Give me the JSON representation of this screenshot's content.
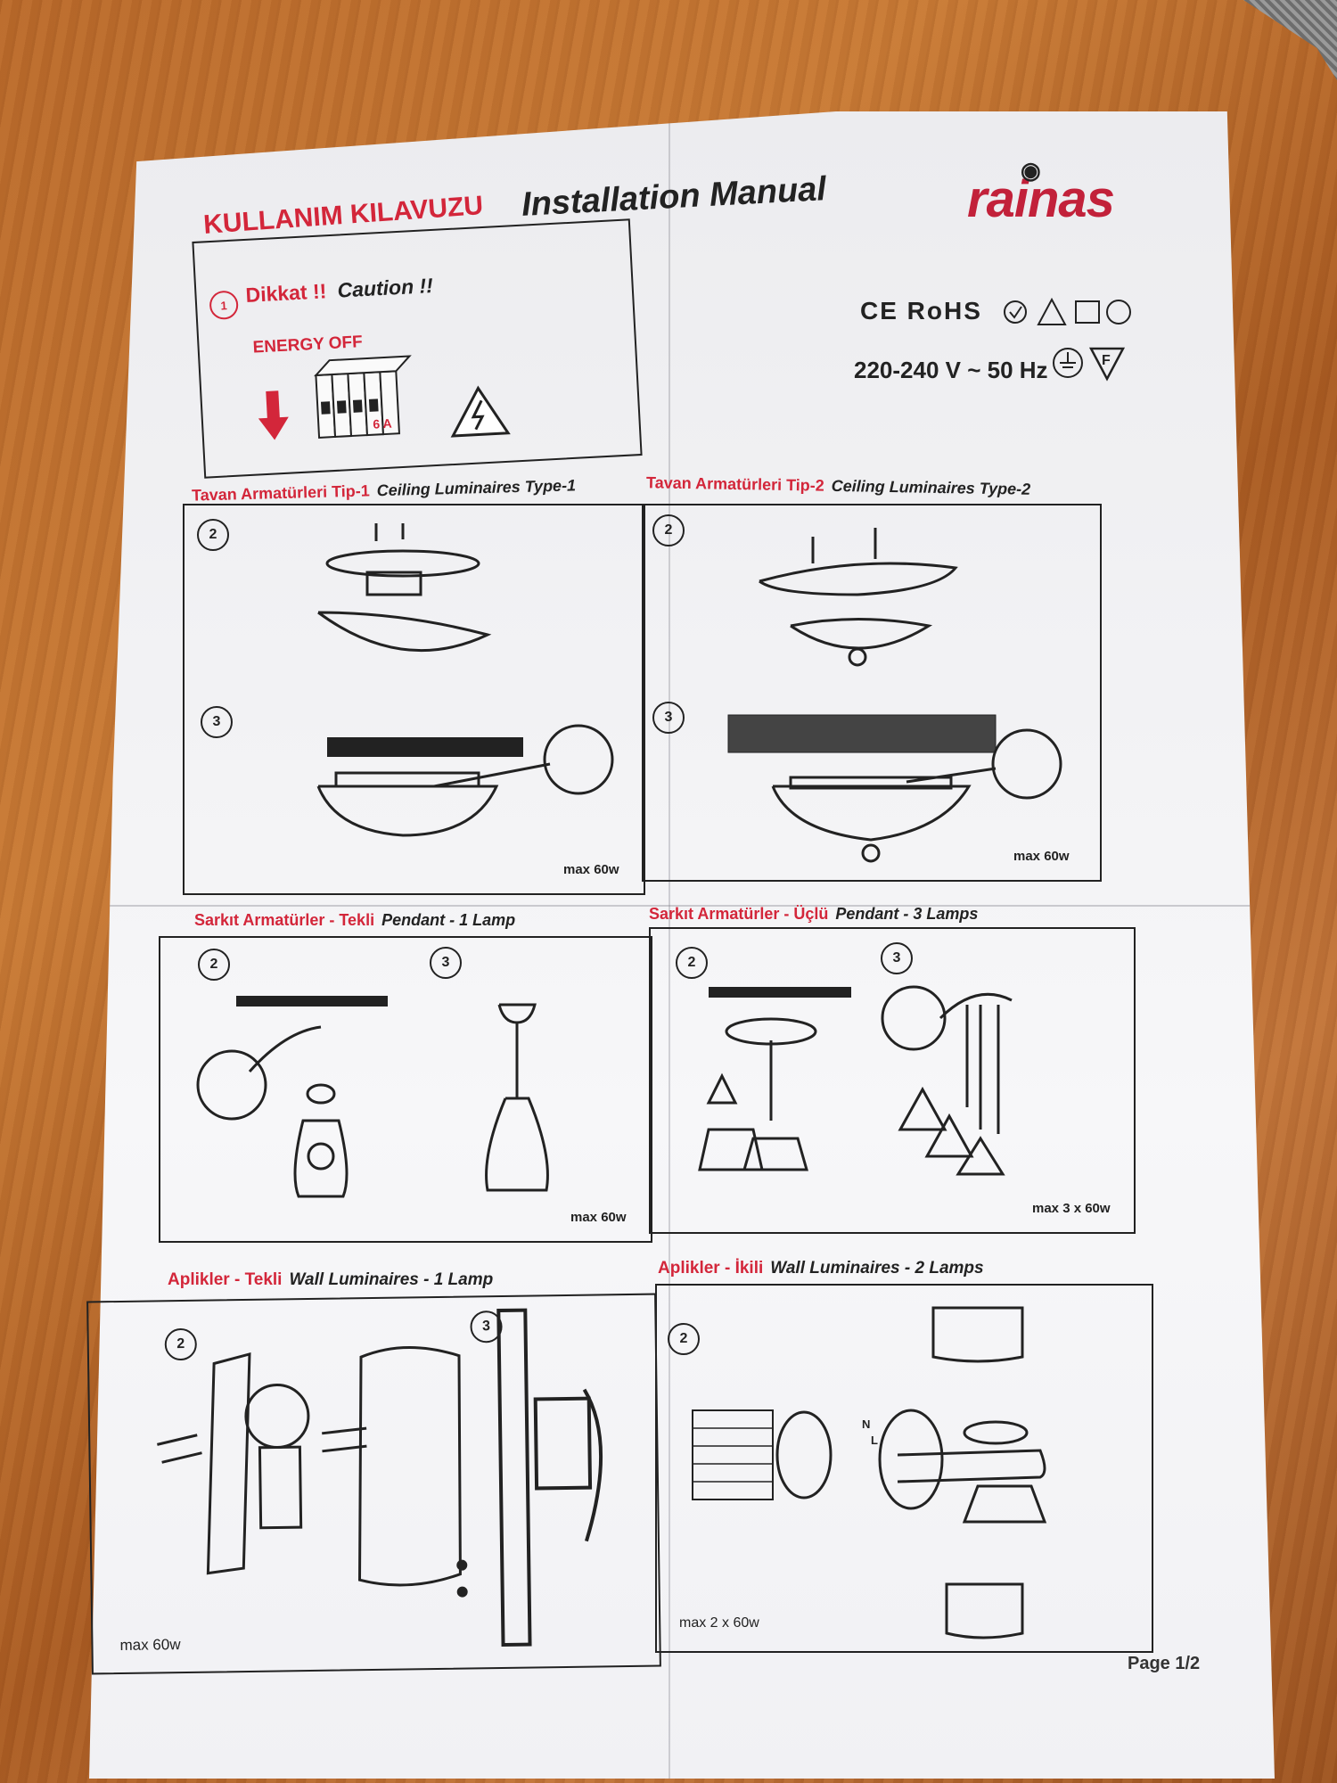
{
  "header": {
    "title_tr": "KULLANIM KILAVUZU",
    "title_en": "Installation Manual",
    "brand": "rainas",
    "certifications": "CE RoHS",
    "voltage": "220-240 V ~ 50 Hz"
  },
  "caution": {
    "step": "1",
    "warning_tr": "Dikkat !!",
    "warning_en": "Caution !!",
    "energy": "ENERGY OFF",
    "breaker_rating": "6 A"
  },
  "sections": [
    {
      "label_tr": "Tavan Armatürleri Tip-1",
      "label_en": "Ceiling Luminaires Type-1",
      "steps": [
        "2",
        "3"
      ],
      "max": "max 60w"
    },
    {
      "label_tr": "Tavan Armatürleri Tip-2",
      "label_en": "Ceiling Luminaires Type-2",
      "steps": [
        "2",
        "3"
      ],
      "max": "max 60w"
    },
    {
      "label_tr": "Sarkıt Armatürler - Tekli",
      "label_en": "Pendant - 1 Lamp",
      "steps": [
        "2",
        "3"
      ],
      "max": "max 60w"
    },
    {
      "label_tr": "Sarkıt Armatürler - Üçlü",
      "label_en": "Pendant - 3 Lamps",
      "steps": [
        "2",
        "3"
      ],
      "max": "max 3 x 60w"
    },
    {
      "label_tr": "Aplikler - Tekli",
      "label_en": "Wall Luminaires - 1 Lamp",
      "steps": [
        "2",
        "3"
      ],
      "max": "max 60w"
    },
    {
      "label_tr": "Aplikler - İkili",
      "label_en": "Wall Luminaires - 2 Lamps",
      "steps": [
        "2"
      ],
      "max": "max 2 x 60w"
    }
  ],
  "footer": {
    "page": "Page 1/2"
  },
  "wiring_labels": {
    "n": "N",
    "l": "L"
  }
}
